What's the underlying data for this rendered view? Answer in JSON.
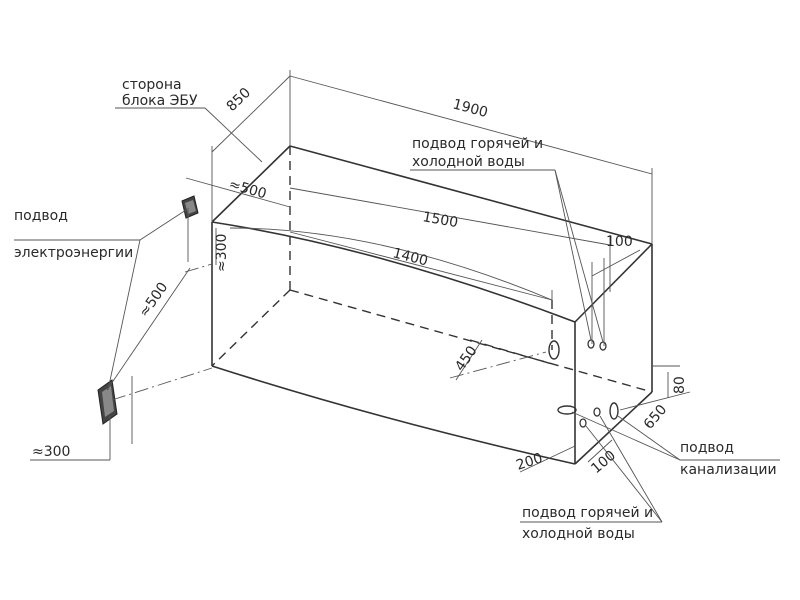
{
  "labels": {
    "ecu_side_1": "сторона",
    "ecu_side_2": "блока ЭБУ",
    "power_1": "подвод",
    "power_2": "электроэнергии",
    "water_top_1": "подвод горячей и",
    "water_top_2": "холодной воды",
    "water_bottom_1": "подвод горячей и",
    "water_bottom_2": "холодной воды",
    "drain_1": "подвод",
    "drain_2": "канализации"
  },
  "dimensions": {
    "length_1900": "1900",
    "depth_850": "850",
    "length_1500": "1500",
    "length_1400": "1400",
    "approx_500_top": "≈500",
    "approx_500_left": "≈500",
    "approx_300_top": "≈300",
    "approx_300_bottom": "≈300",
    "d_100_top": "100",
    "d_450": "450",
    "d_80": "80",
    "d_650": "650",
    "d_200": "200",
    "d_100_bottom": "100"
  }
}
